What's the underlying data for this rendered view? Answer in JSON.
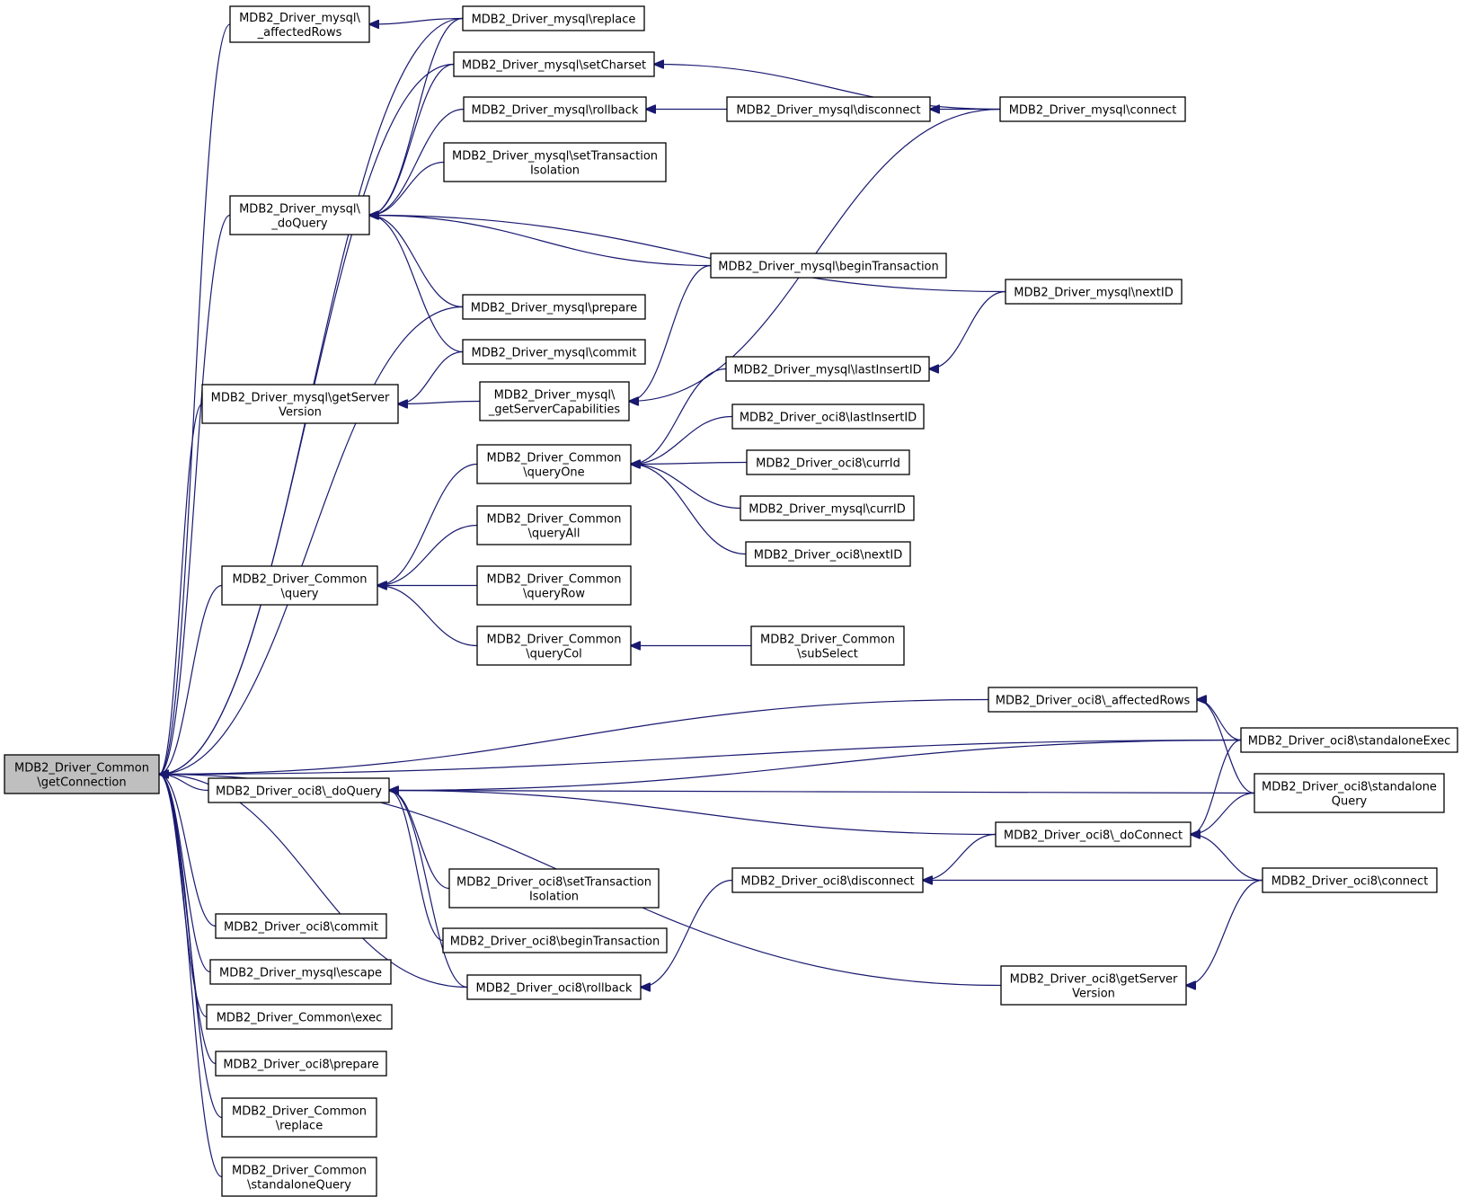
{
  "graph": {
    "edge_color": "#191970",
    "root_fill": "#bfbfbf",
    "node_fill": "#ffffff",
    "nodes": [
      {
        "id": "root",
        "lines": [
          "MDB2_Driver_Common",
          "\\getConnection"
        ]
      },
      {
        "id": "my_affectedRows",
        "lines": [
          "MDB2_Driver_mysql\\",
          "_affectedRows"
        ]
      },
      {
        "id": "my_replace",
        "lines": [
          "MDB2_Driver_mysql\\replace"
        ]
      },
      {
        "id": "my_setCharset",
        "lines": [
          "MDB2_Driver_mysql\\setCharset"
        ]
      },
      {
        "id": "my_rollback",
        "lines": [
          "MDB2_Driver_mysql\\rollback"
        ]
      },
      {
        "id": "my_disconnect",
        "lines": [
          "MDB2_Driver_mysql\\disconnect"
        ]
      },
      {
        "id": "my_connect",
        "lines": [
          "MDB2_Driver_mysql\\connect"
        ]
      },
      {
        "id": "my_setTransIso",
        "lines": [
          "MDB2_Driver_mysql\\setTransaction",
          "Isolation"
        ]
      },
      {
        "id": "my_doQuery",
        "lines": [
          "MDB2_Driver_mysql\\",
          "_doQuery"
        ]
      },
      {
        "id": "my_beginTrans",
        "lines": [
          "MDB2_Driver_mysql\\beginTransaction"
        ]
      },
      {
        "id": "my_nextID",
        "lines": [
          "MDB2_Driver_mysql\\nextID"
        ]
      },
      {
        "id": "my_prepare",
        "lines": [
          "MDB2_Driver_mysql\\prepare"
        ]
      },
      {
        "id": "my_commit",
        "lines": [
          "MDB2_Driver_mysql\\commit"
        ]
      },
      {
        "id": "my_getServerVersion",
        "lines": [
          "MDB2_Driver_mysql\\getServer",
          "Version"
        ]
      },
      {
        "id": "my_getServerCap",
        "lines": [
          "MDB2_Driver_mysql\\",
          "_getServerCapabilities"
        ]
      },
      {
        "id": "my_lastInsertID",
        "lines": [
          "MDB2_Driver_mysql\\lastInsertID"
        ]
      },
      {
        "id": "oci_lastInsertID",
        "lines": [
          "MDB2_Driver_oci8\\lastInsertID"
        ]
      },
      {
        "id": "com_queryOne",
        "lines": [
          "MDB2_Driver_Common",
          "\\queryOne"
        ]
      },
      {
        "id": "oci_currId",
        "lines": [
          "MDB2_Driver_oci8\\currId"
        ]
      },
      {
        "id": "my_currID",
        "lines": [
          "MDB2_Driver_mysql\\currID"
        ]
      },
      {
        "id": "oci_nextID",
        "lines": [
          "MDB2_Driver_oci8\\nextID"
        ]
      },
      {
        "id": "com_queryAll",
        "lines": [
          "MDB2_Driver_Common",
          "\\queryAll"
        ]
      },
      {
        "id": "com_query",
        "lines": [
          "MDB2_Driver_Common",
          "\\query"
        ]
      },
      {
        "id": "com_queryRow",
        "lines": [
          "MDB2_Driver_Common",
          "\\queryRow"
        ]
      },
      {
        "id": "com_queryCol",
        "lines": [
          "MDB2_Driver_Common",
          "\\queryCol"
        ]
      },
      {
        "id": "com_subSelect",
        "lines": [
          "MDB2_Driver_Common",
          "\\subSelect"
        ]
      },
      {
        "id": "oci_affectedRows",
        "lines": [
          "MDB2_Driver_oci8\\_affectedRows"
        ]
      },
      {
        "id": "oci_standaloneExec",
        "lines": [
          "MDB2_Driver_oci8\\standaloneExec"
        ]
      },
      {
        "id": "oci_doQuery",
        "lines": [
          "MDB2_Driver_oci8\\_doQuery"
        ]
      },
      {
        "id": "oci_standaloneQuery",
        "lines": [
          "MDB2_Driver_oci8\\standalone",
          "Query"
        ]
      },
      {
        "id": "oci_doConnect",
        "lines": [
          "MDB2_Driver_oci8\\_doConnect"
        ]
      },
      {
        "id": "oci_setTransIso",
        "lines": [
          "MDB2_Driver_oci8\\setTransaction",
          "Isolation"
        ]
      },
      {
        "id": "oci_disconnect",
        "lines": [
          "MDB2_Driver_oci8\\disconnect"
        ]
      },
      {
        "id": "oci_connect",
        "lines": [
          "MDB2_Driver_oci8\\connect"
        ]
      },
      {
        "id": "oci_beginTrans",
        "lines": [
          "MDB2_Driver_oci8\\beginTransaction"
        ]
      },
      {
        "id": "oci_commit",
        "lines": [
          "MDB2_Driver_oci8\\commit"
        ]
      },
      {
        "id": "my_escape",
        "lines": [
          "MDB2_Driver_mysql\\escape"
        ]
      },
      {
        "id": "oci_rollback",
        "lines": [
          "MDB2_Driver_oci8\\rollback"
        ]
      },
      {
        "id": "oci_getServerVersion",
        "lines": [
          "MDB2_Driver_oci8\\getServer",
          "Version"
        ]
      },
      {
        "id": "com_exec",
        "lines": [
          "MDB2_Driver_Common\\exec"
        ]
      },
      {
        "id": "oci_prepare",
        "lines": [
          "MDB2_Driver_oci8\\prepare"
        ]
      },
      {
        "id": "com_replace",
        "lines": [
          "MDB2_Driver_Common",
          "\\replace"
        ]
      },
      {
        "id": "com_standaloneQuery",
        "lines": [
          "MDB2_Driver_Common",
          "\\standaloneQuery"
        ]
      }
    ],
    "edges": [
      {
        "from": "my_affectedRows",
        "to": "root"
      },
      {
        "from": "my_replace",
        "to": "root"
      },
      {
        "from": "my_setCharset",
        "to": "root"
      },
      {
        "from": "my_doQuery",
        "to": "root"
      },
      {
        "from": "my_prepare",
        "to": "root"
      },
      {
        "from": "my_getServerVersion",
        "to": "root"
      },
      {
        "from": "com_query",
        "to": "root"
      },
      {
        "from": "oci_affectedRows",
        "to": "root"
      },
      {
        "from": "oci_standaloneExec",
        "to": "root"
      },
      {
        "from": "oci_doQuery",
        "to": "root"
      },
      {
        "from": "oci_rollback",
        "to": "root"
      },
      {
        "from": "oci_getServerVersion",
        "to": "root"
      },
      {
        "from": "oci_commit",
        "to": "root"
      },
      {
        "from": "my_escape",
        "to": "root"
      },
      {
        "from": "com_exec",
        "to": "root"
      },
      {
        "from": "oci_prepare",
        "to": "root"
      },
      {
        "from": "com_replace",
        "to": "root"
      },
      {
        "from": "com_standaloneQuery",
        "to": "root"
      },
      {
        "from": "my_replace",
        "to": "my_affectedRows"
      },
      {
        "from": "my_connect",
        "to": "my_setCharset"
      },
      {
        "from": "my_disconnect",
        "to": "my_rollback"
      },
      {
        "from": "my_connect",
        "to": "my_disconnect"
      },
      {
        "from": "my_replace",
        "to": "my_doQuery"
      },
      {
        "from": "my_setCharset",
        "to": "my_doQuery"
      },
      {
        "from": "my_rollback",
        "to": "my_doQuery"
      },
      {
        "from": "my_setTransIso",
        "to": "my_doQuery"
      },
      {
        "from": "my_nextID",
        "to": "my_doQuery"
      },
      {
        "from": "my_beginTrans",
        "to": "my_doQuery"
      },
      {
        "from": "my_prepare",
        "to": "my_doQuery"
      },
      {
        "from": "my_commit",
        "to": "my_doQuery"
      },
      {
        "from": "my_commit",
        "to": "my_getServerVersion"
      },
      {
        "from": "my_getServerCap",
        "to": "my_getServerVersion"
      },
      {
        "from": "my_beginTrans",
        "to": "my_getServerCap"
      },
      {
        "from": "my_connect",
        "to": "my_getServerCap"
      },
      {
        "from": "my_nextID",
        "to": "my_lastInsertID"
      },
      {
        "from": "my_lastInsertID",
        "to": "com_queryOne"
      },
      {
        "from": "oci_lastInsertID",
        "to": "com_queryOne"
      },
      {
        "from": "oci_currId",
        "to": "com_queryOne"
      },
      {
        "from": "my_currID",
        "to": "com_queryOne"
      },
      {
        "from": "oci_nextID",
        "to": "com_queryOne"
      },
      {
        "from": "com_queryOne",
        "to": "com_query"
      },
      {
        "from": "com_queryAll",
        "to": "com_query"
      },
      {
        "from": "com_queryRow",
        "to": "com_query"
      },
      {
        "from": "com_queryCol",
        "to": "com_query"
      },
      {
        "from": "com_subSelect",
        "to": "com_queryCol"
      },
      {
        "from": "oci_standaloneExec",
        "to": "oci_affectedRows"
      },
      {
        "from": "oci_standaloneQuery",
        "to": "oci_affectedRows"
      },
      {
        "from": "oci_standaloneExec",
        "to": "oci_doQuery"
      },
      {
        "from": "oci_standaloneQuery",
        "to": "oci_doQuery"
      },
      {
        "from": "oci_doConnect",
        "to": "oci_doQuery"
      },
      {
        "from": "oci_setTransIso",
        "to": "oci_doQuery"
      },
      {
        "from": "oci_beginTrans",
        "to": "oci_doQuery"
      },
      {
        "from": "oci_rollback",
        "to": "oci_doQuery"
      },
      {
        "from": "oci_standaloneExec",
        "to": "oci_doConnect"
      },
      {
        "from": "oci_standaloneQuery",
        "to": "oci_doConnect"
      },
      {
        "from": "oci_connect",
        "to": "oci_doConnect"
      },
      {
        "from": "oci_doConnect",
        "to": "oci_disconnect"
      },
      {
        "from": "oci_connect",
        "to": "oci_disconnect"
      },
      {
        "from": "oci_disconnect",
        "to": "oci_rollback"
      },
      {
        "from": "oci_connect",
        "to": "oci_getServerVersion"
      }
    ]
  }
}
